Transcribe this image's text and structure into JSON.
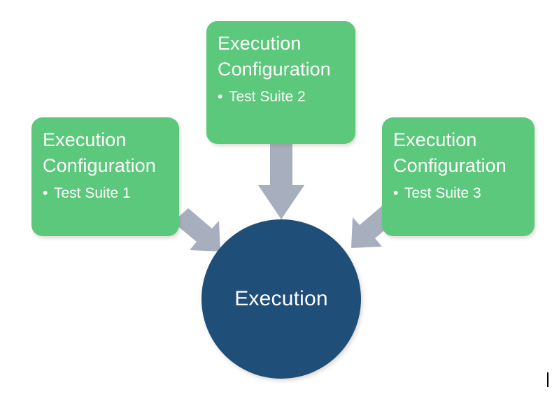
{
  "diagram": {
    "title_text": "Execution",
    "cards": [
      {
        "id": "left",
        "heading": "Execution\nConfiguration",
        "bullet_dot": "•",
        "bullet_label": "Test Suite 1",
        "fill_color": "#5BC87C",
        "text_color": "#FFFFFF"
      },
      {
        "id": "top",
        "heading": "Execution\nConfiguration",
        "bullet_dot": "•",
        "bullet_label": "Test Suite 2",
        "fill_color": "#5BC87C",
        "text_color": "#FFFFFF"
      },
      {
        "id": "right",
        "heading": "Execution\nConfiguration",
        "bullet_dot": "•",
        "bullet_label": "Test Suite 3",
        "fill_color": "#5BC87C",
        "text_color": "#FFFFFF"
      }
    ],
    "hub": {
      "label": "Execution",
      "fill_color": "#1F4E79",
      "text_color": "#FFFFFF"
    },
    "arrows": {
      "fill_color": "#A7AFBE",
      "center_direction": "down",
      "left_direction": "down-right",
      "right_direction": "down-left"
    },
    "background_color": "#FFFFFF"
  }
}
